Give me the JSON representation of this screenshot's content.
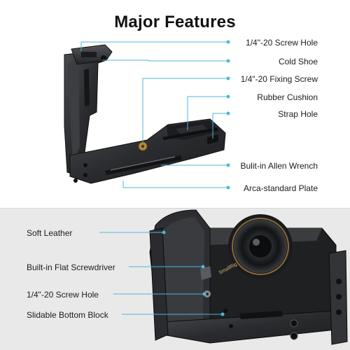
{
  "title": "Major Features",
  "top_features": [
    "1/4\"-20 Screw Hole",
    "Cold Shoe",
    "1/4\"-20 Fixing Screw",
    "Rubber Cushion",
    "Strap Hole",
    "Bulit-in Allen Wrench",
    "Arca-standard Plate"
  ],
  "bottom_features": [
    "Soft Leather",
    "Built-in Flat Screwdriver",
    "1/4\"-20 Screw Hole",
    "Slidable Bottom Block"
  ],
  "camera_brand": "SmallRig",
  "colors": {
    "leader": "#4fb6d9",
    "cage": "#2b2c2f",
    "bottom_bg": "#e9e9ea"
  }
}
